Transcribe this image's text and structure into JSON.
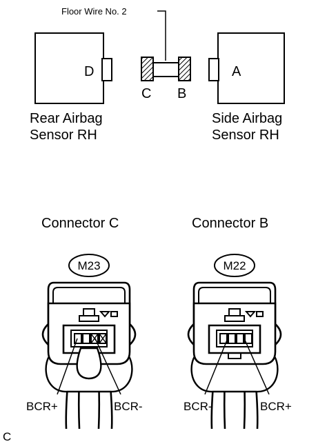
{
  "wiring": {
    "floor_wire_label": "Floor Wire No. 2",
    "rear_sensor": {
      "line1": "Rear Airbag",
      "line2": "Sensor RH",
      "terminal": "D"
    },
    "side_sensor": {
      "line1": "Side Airbag",
      "line2": "Sensor RH",
      "terminal": "A"
    },
    "wire_end_c": "C",
    "wire_end_b": "B"
  },
  "connectors": {
    "c": {
      "title": "Connector C",
      "code": "M23",
      "pin_left": "BCR+",
      "pin_right": "BCR-"
    },
    "b": {
      "title": "Connector B",
      "code": "M22",
      "pin_left": "BCR-",
      "pin_right": "BCR+"
    }
  },
  "figure_code": "C"
}
